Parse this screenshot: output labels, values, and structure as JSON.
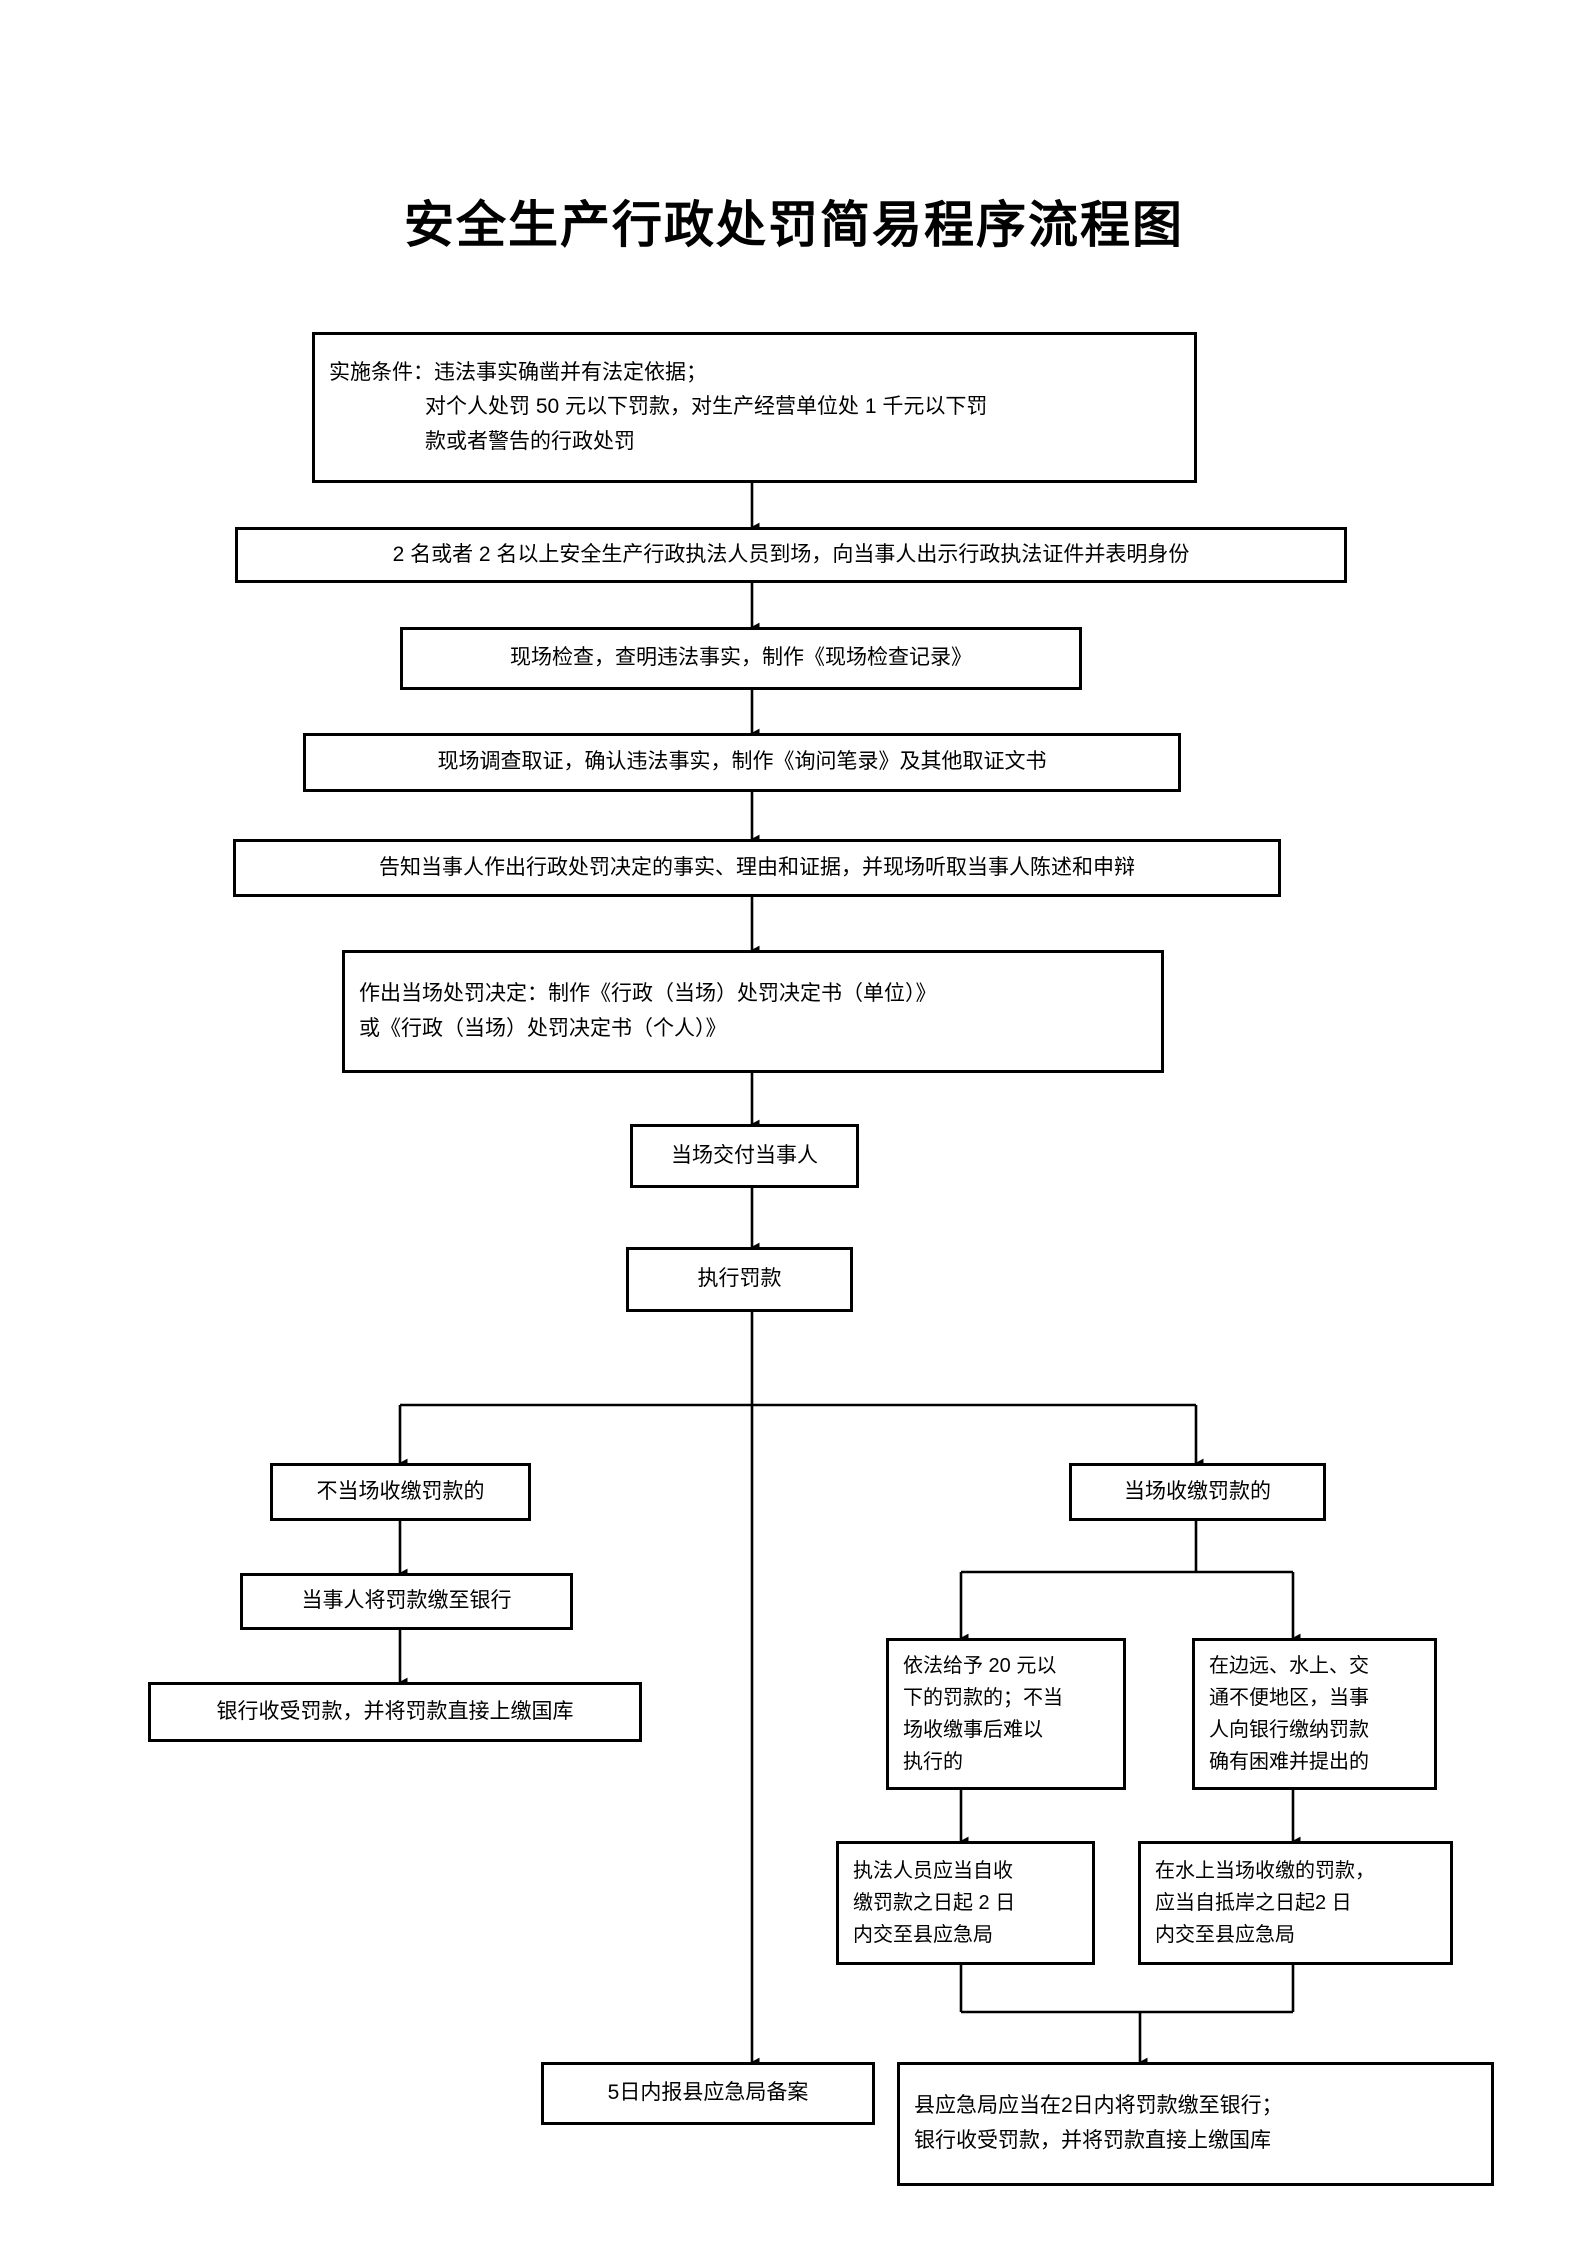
{
  "title": "安全生产行政处罚简易程序流程图",
  "chart_data": {
    "type": "diagram",
    "diagram_kind": "flowchart",
    "orientation": "top-to-bottom",
    "title": "安全生产行政处罚简易程序流程图",
    "nodes": [
      {
        "id": "n1",
        "name": "implementation-conditions",
        "lines": [
          "实施条件：违法事实确凿并有法定依据；",
          "对个人处罚 50 元以下罚款，对生产经营单位处 1 千元以下罚",
          "款或者警告的行政处罚"
        ]
      },
      {
        "id": "n2",
        "name": "officers-arrive-show-id",
        "lines": [
          "2 名或者 2 名以上安全生产行政执法人员到场，向当事人出示行政执法证件并表明身份"
        ]
      },
      {
        "id": "n3",
        "name": "on-site-inspection-record",
        "lines": [
          "现场检查，查明违法事实，制作《现场检查记录》"
        ]
      },
      {
        "id": "n4",
        "name": "on-site-investigation-evidence",
        "lines": [
          "现场调查取证，确认违法事实，制作《询问笔录》及其他取证文书"
        ]
      },
      {
        "id": "n5",
        "name": "inform-party-hear-statement",
        "lines": [
          "告知当事人作出行政处罚决定的事实、理由和证据，并现场听取当事人陈述和申辩"
        ]
      },
      {
        "id": "n6",
        "name": "make-on-site-penalty-decision",
        "lines": [
          "作出当场处罚决定：制作《行政（当场）处罚决定书（单位）》",
          "或《行政（当场）处罚决定书（个人）》"
        ]
      },
      {
        "id": "n7",
        "name": "deliver-on-site-to-party",
        "lines": [
          "当场交付当事人"
        ]
      },
      {
        "id": "n8",
        "name": "execute-fine",
        "lines": [
          "执行罚款"
        ]
      },
      {
        "id": "n9",
        "name": "not-collected-on-site",
        "lines": [
          "不当场收缴罚款的"
        ]
      },
      {
        "id": "n10",
        "name": "party-pays-fine-to-bank",
        "lines": [
          "当事人将罚款缴至银行"
        ]
      },
      {
        "id": "n11",
        "name": "bank-receives-remits-treasury",
        "lines": [
          "银行收受罚款，并将罚款直接上缴国库"
        ]
      },
      {
        "id": "n12",
        "name": "collected-on-site",
        "lines": [
          "当场收缴罚款的"
        ]
      },
      {
        "id": "n13",
        "name": "fine-under-20-yuan-case",
        "lines": [
          "依法给予 20 元以",
          "下的罚款的；不当",
          "场收缴事后难以",
          "执行的"
        ]
      },
      {
        "id": "n14",
        "name": "remote-water-inconvenient-case",
        "lines": [
          "在边远、水上、交",
          "通不便地区，当事",
          "人向银行缴纳罚款",
          "确有困难并提出的"
        ]
      },
      {
        "id": "n15",
        "name": "officer-submits-within-2-days",
        "lines": [
          "执法人员应当自收",
          "缴罚款之日起 2 日",
          "内交至县应急局"
        ]
      },
      {
        "id": "n16",
        "name": "water-collected-submit-after-landing",
        "lines": [
          "在水上当场收缴的罚款，",
          "应当自抵岸之日起2 日",
          "内交至县应急局"
        ]
      },
      {
        "id": "n17",
        "name": "file-record-within-5-days",
        "lines": [
          "5日内报县应急局备案"
        ]
      },
      {
        "id": "n18",
        "name": "bureau-remits-within-2-days",
        "lines": [
          "县应急局应当在2日内将罚款缴至银行；",
          "银行收受罚款，并将罚款直接上缴国库"
        ]
      }
    ],
    "edges": [
      {
        "from": "n1",
        "to": "n2"
      },
      {
        "from": "n2",
        "to": "n3"
      },
      {
        "from": "n3",
        "to": "n4"
      },
      {
        "from": "n4",
        "to": "n5"
      },
      {
        "from": "n5",
        "to": "n6"
      },
      {
        "from": "n6",
        "to": "n7"
      },
      {
        "from": "n7",
        "to": "n8"
      },
      {
        "from": "n8",
        "to": "n9"
      },
      {
        "from": "n8",
        "to": "n12"
      },
      {
        "from": "n8",
        "to": "n17"
      },
      {
        "from": "n9",
        "to": "n10"
      },
      {
        "from": "n10",
        "to": "n11"
      },
      {
        "from": "n12",
        "to": "n13"
      },
      {
        "from": "n12",
        "to": "n14"
      },
      {
        "from": "n13",
        "to": "n15"
      },
      {
        "from": "n14",
        "to": "n16"
      },
      {
        "from": "n15",
        "to": "n18"
      },
      {
        "from": "n16",
        "to": "n18"
      }
    ],
    "colors": {
      "stroke": "#000000",
      "fill": "#ffffff",
      "text": "#000000"
    }
  }
}
